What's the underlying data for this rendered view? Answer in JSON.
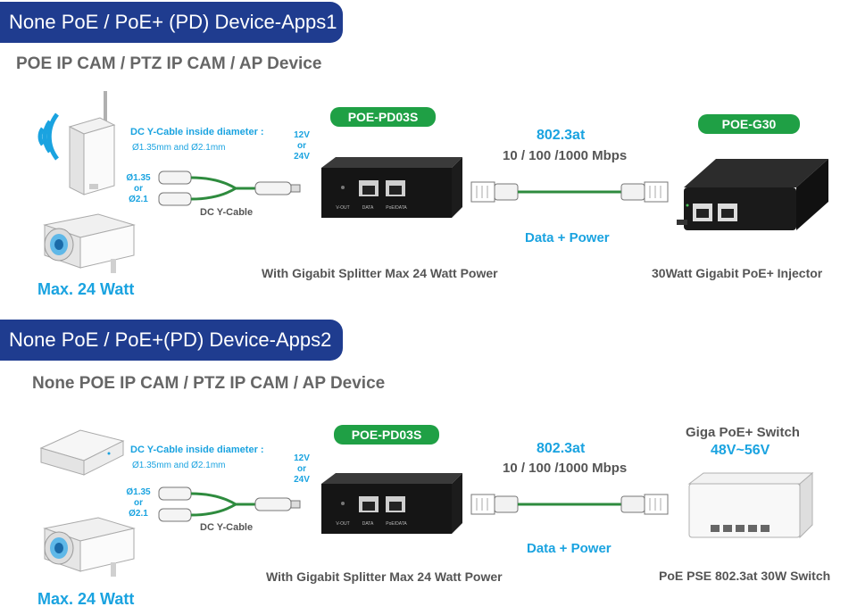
{
  "section1": {
    "banner": "None PoE / PoE+ (PD) Device-Apps1",
    "subtitle": "POE IP CAM / PTZ IP CAM / AP Device",
    "cable_title": "DC Y-Cable inside diameter :",
    "cable_dims": "Ø1.35mm  and  Ø2.1mm",
    "volt_12": "12V",
    "volt_or": "or",
    "volt_24": "24V",
    "plug_135": "Ø1.35",
    "plug_or": "or",
    "plug_21": "Ø2.1",
    "cable_name": "DC Y-Cable",
    "splitter_pill": "POE-PD03S",
    "port_vout": "V-OUT",
    "port_data": "DATA",
    "port_poedata": "PoE/DATA",
    "standard": "802.3at",
    "speed": "10 / 100 /1000 Mbps",
    "flow": "Data + Power",
    "injector_pill": "POE-G30",
    "splitter_caption": "With Gigabit Splitter Max 24 Watt Power",
    "injector_caption": "30Watt Gigabit PoE+ Injector",
    "max_watt": "Max. 24 Watt"
  },
  "section2": {
    "banner": "None PoE / PoE+(PD) Device-Apps2",
    "subtitle": "None POE IP CAM / PTZ IP CAM / AP Device",
    "cable_title": "DC Y-Cable inside diameter :",
    "cable_dims": "Ø1.35mm  and  Ø2.1mm",
    "volt_12": "12V",
    "volt_or": "or",
    "volt_24": "24V",
    "plug_135": "Ø1.35",
    "plug_or": "or",
    "plug_21": "Ø2.1",
    "cable_name": "DC Y-Cable",
    "splitter_pill": "POE-PD03S",
    "port_vout": "V-OUT",
    "port_data": "DATA",
    "port_poedata": "PoE/DATA",
    "standard": "802.3at",
    "speed": "10 / 100 /1000 Mbps",
    "flow": "Data + Power",
    "switch_title": "Giga PoE+ Switch",
    "switch_voltage": "48V~56V",
    "splitter_caption": "With Gigabit Splitter Max 24 Watt Power",
    "switch_caption": "PoE PSE 802.3at 30W Switch",
    "max_watt": "Max. 24 Watt"
  },
  "colors": {
    "banner": "#1f3c8f",
    "accent_blue": "#1aa3e0",
    "pill_green": "#1fa045",
    "cable_green": "#2e8b3e"
  },
  "icons": [
    "wifi-icon",
    "ap-device-icon",
    "ip-camera-icon",
    "dc-y-cable-icon",
    "dc-plug-icon",
    "splitter-device-icon",
    "rj45-connector-icon",
    "poe-injector-icon",
    "poe-switch-icon",
    "ceiling-ap-icon"
  ]
}
